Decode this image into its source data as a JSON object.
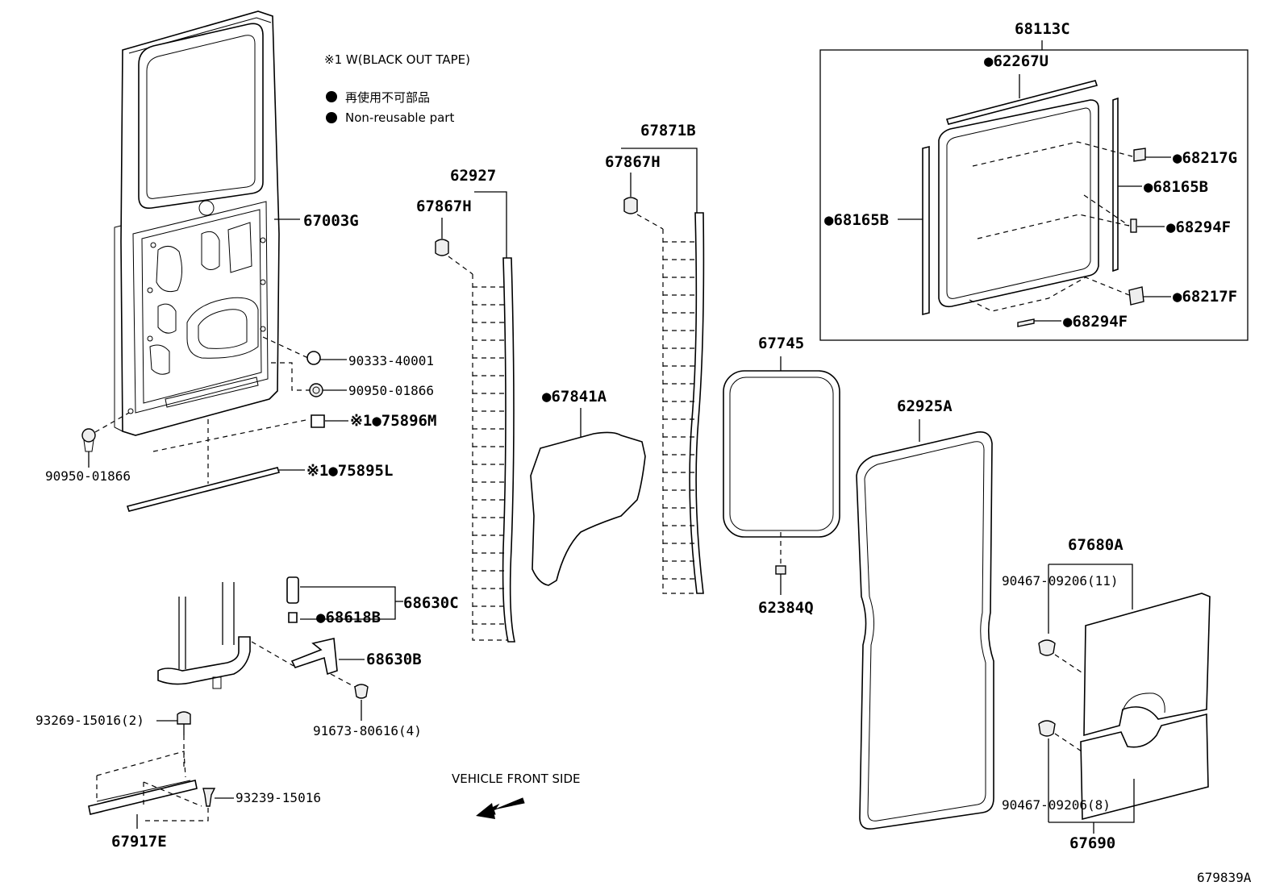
{
  "notes": {
    "black_out_tape": "※1 W(BLACK OUT TAPE)",
    "non_reusable_jp": "再使用不可部品",
    "non_reusable_en": "Non-reusable part"
  },
  "labels": {
    "p68113C": "68113C",
    "p62267U": "●62267U",
    "p68217G": "●68217G",
    "p68165B_right": "●68165B",
    "p68165B_left": "●68165B",
    "p68294F_right": "●68294F",
    "p68217F": "●68217F",
    "p68294F_bottom": "●68294F",
    "p67871B": "67871B",
    "p67867H_right": "67867H",
    "p62927": "62927",
    "p67867H_left": "67867H",
    "p67003G": "67003G",
    "p90333": "90333-40001",
    "p90950_right": "90950-01866",
    "p75896M": "※1●75896M",
    "p75895L": "※1●75895L",
    "p90950_left": "90950-01866",
    "p67841A": "●67841A",
    "p67745": "67745",
    "p62384Q": "62384Q",
    "p62925A": "62925A",
    "p67680A": "67680A",
    "p90467_11": "90467-09206(11)",
    "p90467_8": "90467-09206(8)",
    "p67690": "67690",
    "p68630C": "68630C",
    "p68618B": "●68618B",
    "p68630B": "68630B",
    "p91673": "91673-80616(4)",
    "p93269": "93269-15016(2)",
    "p93239": "93239-15016",
    "p67917E": "67917E",
    "vehicle_front": "VEHICLE FRONT SIDE",
    "diagram_id": "679839A"
  }
}
